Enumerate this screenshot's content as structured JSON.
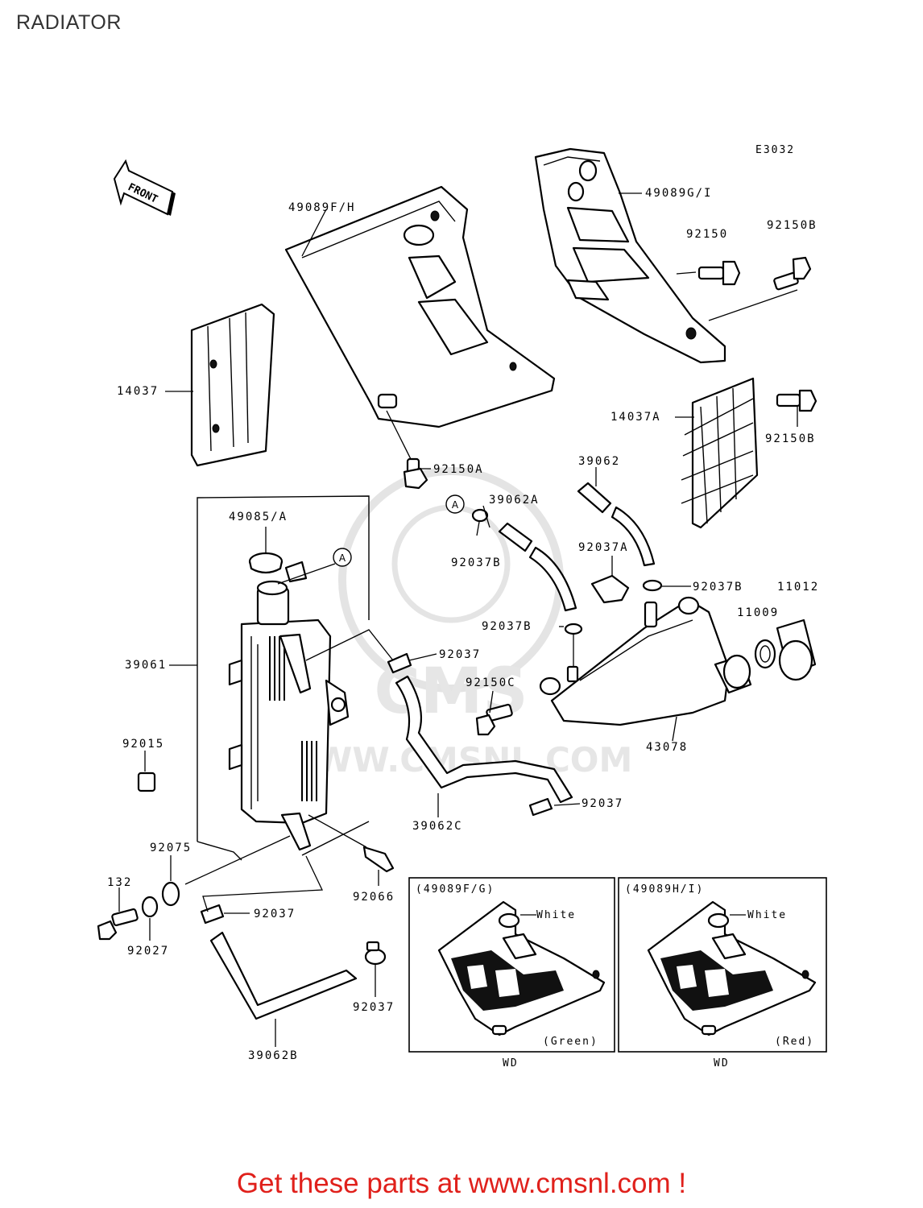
{
  "page": {
    "title": "RADIATOR",
    "diagram_code": "E3032",
    "direction_arrow": "FRONT",
    "cta": "Get these parts at www.cmsnl.com !"
  },
  "watermark": {
    "brand": "CMS",
    "url": "WWW.CMSNL.COM"
  },
  "parts": [
    {
      "id": "p49089fh",
      "label": "49089F/H"
    },
    {
      "id": "p49089gi",
      "label": "49089G/I"
    },
    {
      "id": "p92150",
      "label": "92150"
    },
    {
      "id": "p92150b_top",
      "label": "92150B"
    },
    {
      "id": "p14037",
      "label": "14037"
    },
    {
      "id": "p14037a",
      "label": "14037A"
    },
    {
      "id": "p92150b_side",
      "label": "92150B"
    },
    {
      "id": "p92150a",
      "label": "92150A"
    },
    {
      "id": "p39062",
      "label": "39062"
    },
    {
      "id": "p39062a",
      "label": "39062A"
    },
    {
      "id": "p49085a",
      "label": "49085/A"
    },
    {
      "id": "p92037b_1",
      "label": "92037B"
    },
    {
      "id": "p92037a",
      "label": "92037A"
    },
    {
      "id": "p92037b_2",
      "label": "92037B"
    },
    {
      "id": "p11012",
      "label": "11012"
    },
    {
      "id": "p11009",
      "label": "11009"
    },
    {
      "id": "p92037b_3",
      "label": "92037B"
    },
    {
      "id": "p92037_1",
      "label": "92037"
    },
    {
      "id": "p39061",
      "label": "39061"
    },
    {
      "id": "p92150c",
      "label": "92150C"
    },
    {
      "id": "p43078",
      "label": "43078"
    },
    {
      "id": "p92015",
      "label": "92015"
    },
    {
      "id": "p92037_2",
      "label": "92037"
    },
    {
      "id": "p39062c",
      "label": "39062C"
    },
    {
      "id": "p92075",
      "label": "92075"
    },
    {
      "id": "p132",
      "label": "132"
    },
    {
      "id": "p92066",
      "label": "92066"
    },
    {
      "id": "p92037_3",
      "label": "92037"
    },
    {
      "id": "p92027",
      "label": "92027"
    },
    {
      "id": "p92037_4",
      "label": "92037"
    },
    {
      "id": "p39062b",
      "label": "39062B"
    }
  ],
  "callouts": [
    "A",
    "A"
  ],
  "variants": [
    {
      "heading": "(49089F/G)",
      "decal_note": "White",
      "color": "(Green)",
      "code": "WD"
    },
    {
      "heading": "(49089H/I)",
      "decal_note": "White",
      "color": "(Red)",
      "code": "WD"
    }
  ]
}
